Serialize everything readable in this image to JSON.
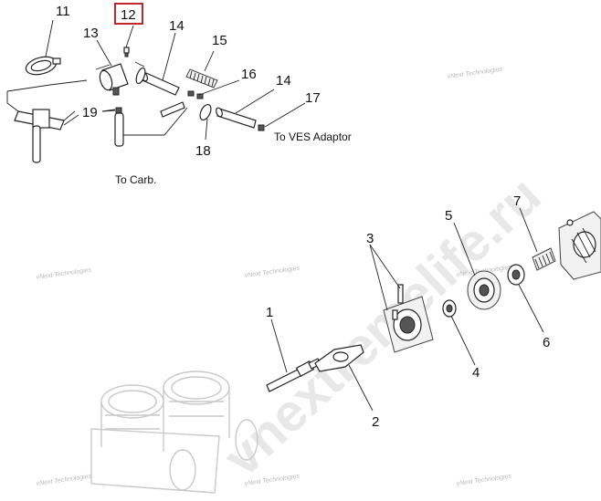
{
  "callouts": {
    "c1": "1",
    "c2": "2",
    "c3": "3",
    "c4": "4",
    "c5": "5",
    "c6": "6",
    "c7": "7",
    "c11": "11",
    "c12": "12",
    "c13": "13",
    "c14a": "14",
    "c14b": "14",
    "c15": "15",
    "c16": "16",
    "c17": "17",
    "c18": "18",
    "c19": "19"
  },
  "notes": {
    "to_carb": "To Carb.",
    "to_ves": "To VES Adaptor"
  },
  "watermarks": {
    "site": "vnextremelife.ru",
    "tag": "vNext Technologies"
  },
  "colors": {
    "highlight": "#c0282d",
    "line": "#222222",
    "ghost": "#c9c9c9"
  }
}
